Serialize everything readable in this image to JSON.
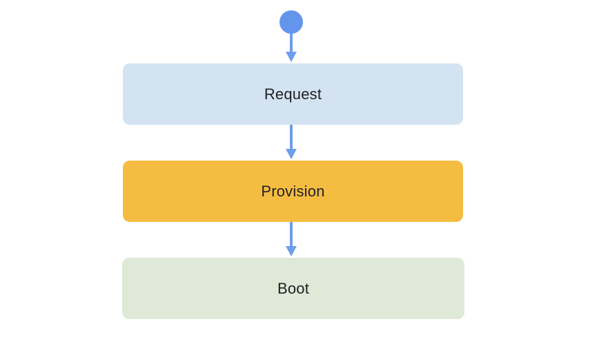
{
  "diagram": {
    "colors": {
      "arrow": "#6d9eeb",
      "start_node": "#6495ed",
      "request_fill": "#d3e3f1",
      "provision_fill": "#f4bd42",
      "boot_fill": "#dfe9d8",
      "text": "#202124"
    },
    "stages": [
      {
        "label": "Request"
      },
      {
        "label": "Provision"
      },
      {
        "label": "Boot"
      }
    ]
  }
}
